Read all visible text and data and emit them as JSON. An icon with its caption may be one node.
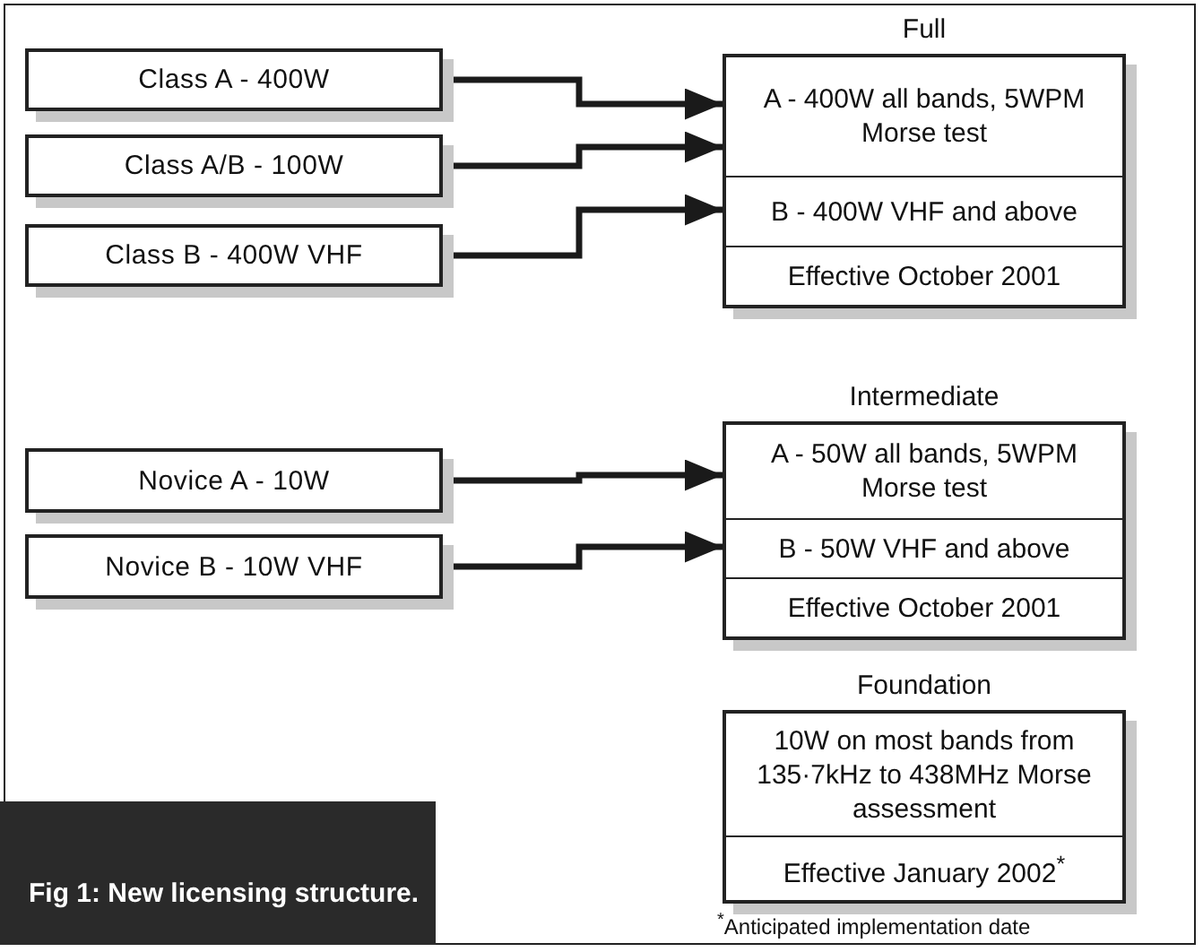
{
  "diagram": {
    "caption": "Fig 1: New licensing structure.",
    "nodes": [
      {
        "text": [
          "Class A - 400W"
        ]
      },
      {
        "text": [
          "Class A/B - 100W"
        ]
      },
      {
        "text": [
          "Class B - 400W VHF"
        ]
      },
      {
        "text": [
          "Full"
        ]
      },
      {
        "text": [
          "A - 400W all bands, 5WPM Morse test"
        ],
        "in": 3
      },
      {
        "text": [
          "B - 400W VHF and above"
        ],
        "in": 3
      },
      {
        "text": [
          "Effective October 2001"
        ],
        "in": 3
      },
      {
        "text": [
          "Novice A - 10W"
        ]
      },
      {
        "text": [
          "Novice B - 10W VHF"
        ]
      },
      {
        "text": [
          "Intermediate"
        ]
      },
      {
        "text": [
          "A - 50W all bands, 5WPM Morse test"
        ],
        "in": 9
      },
      {
        "text": [
          "B - 50W VHF and above"
        ],
        "in": 9
      },
      {
        "text": [
          "Effective October 2001"
        ],
        "in": 9
      },
      {
        "text": [
          "Foundation"
        ]
      },
      {
        "text": [
          "10W on most bands from 135·7kHz to 438MHz Morse assessment"
        ],
        "in": 13
      },
      {
        "text": [
          "Effective January 2002$^{*}$"
        ],
        "in": 13
      }
    ],
    "edges": [
      {
        "from": 0,
        "to": 4,
        "arrow": "to"
      },
      {
        "from": 1,
        "to": 4,
        "arrow": "to"
      },
      {
        "from": 2,
        "to": 5,
        "arrow": "to"
      },
      {
        "from": 7,
        "to": 10,
        "arrow": "to"
      },
      {
        "from": 8,
        "to": 11,
        "arrow": "to"
      }
    ],
    "labels": [
      "$^{*}$Anticipated implementation date"
    ]
  }
}
